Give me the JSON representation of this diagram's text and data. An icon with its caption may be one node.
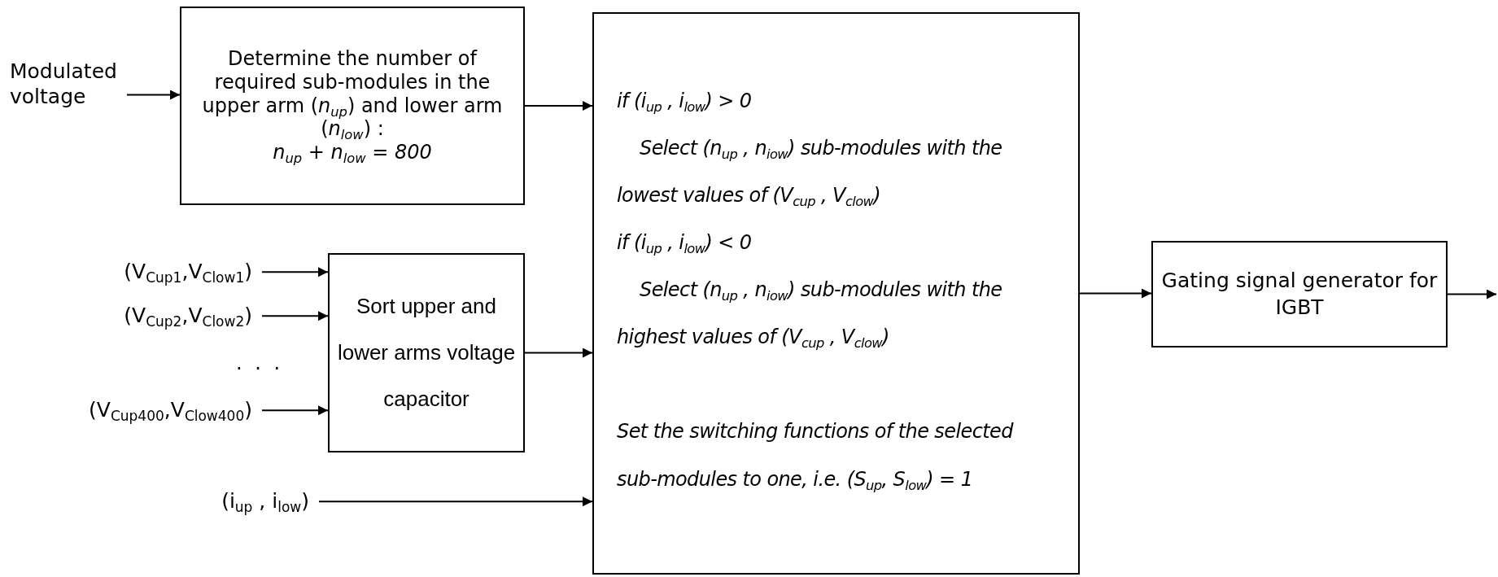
{
  "diagram": {
    "nodes": [
      {
        "text": [
          "Modulated voltage"
        ]
      },
      {
        "text": [
          "Determine the number of required sub-modules in the upper arm (*n*$_{up}$) and lower arm (*n*$_{low}$) :",
          "n$_{up}$ + n$_{low}$ = 800"
        ]
      },
      {
        "text": [
          "(V$_{Cup1}$,V$_{Clow1}$)"
        ]
      },
      {
        "text": [
          "(V$_{Cup2}$,V$_{Clow2}$)"
        ]
      },
      {
        "text": [
          "(V$_{Cup400}$,V$_{Clow400}$)"
        ]
      },
      {
        "text": [
          "Sort upper and lower arms voltage capacitor"
        ]
      },
      {
        "text": [
          "(i$_{up}$ , i$_{low}$)"
        ]
      },
      {
        "text": [
          "if (i$_{up}$ , i$_{low}$) > 0",
          "Select (n$_{up}$ , n$_{iow}$) sub-modules with the lowest values of (V$_{cup}$ , V$_{clow}$)",
          "if (i$_{up}$ , i$_{low}$) < 0",
          "Select (n$_{up}$ , n$_{iow}$) sub-modules with the highest values of (V$_{cup}$ , V$_{clow}$)",
          "Set the switching functions of the selected sub-modules to one, i.e. (S$_{up}$, S$_{low}$) = 1"
        ]
      },
      {
        "text": [
          "Gating signal generator for IGBT"
        ]
      }
    ],
    "edges": [
      {
        "from": 0,
        "to": 1,
        "arrow": "to"
      },
      {
        "from": 1,
        "to": 7,
        "arrow": "to"
      },
      {
        "from": 2,
        "to": 5,
        "arrow": "to"
      },
      {
        "from": 3,
        "to": 5,
        "arrow": "to"
      },
      {
        "from": 4,
        "to": 5,
        "arrow": "to"
      },
      {
        "from": 5,
        "to": 7,
        "arrow": "to"
      },
      {
        "from": 6,
        "to": 7,
        "arrow": "to"
      },
      {
        "from": 7,
        "to": 8,
        "arrow": "to"
      },
      {
        "from": 8,
        "to": null,
        "arrow": "to"
      }
    ],
    "labels": [
      ". . ."
    ]
  }
}
